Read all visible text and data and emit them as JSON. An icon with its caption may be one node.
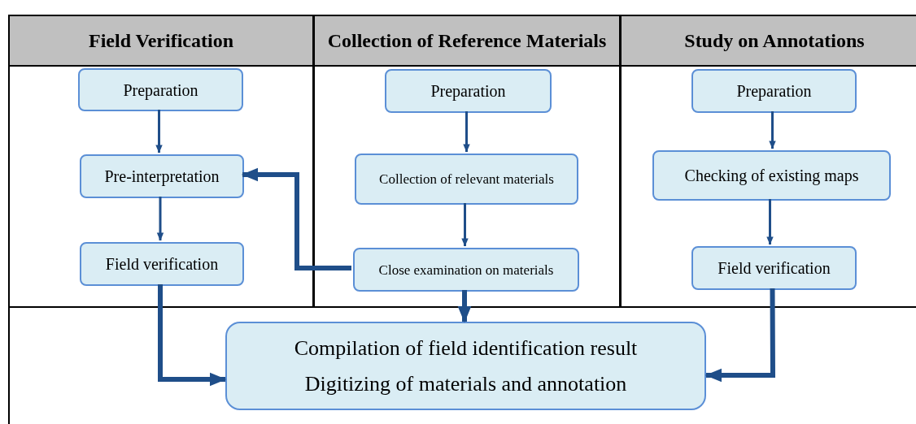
{
  "diagram": {
    "nodes": [
      {
        "text": [
          "Field Verification"
        ]
      },
      {
        "text": [
          "Preparation"
        ],
        "in": 0
      },
      {
        "text": [
          "Pre-interpretation"
        ],
        "in": 0
      },
      {
        "text": [
          "Field verification"
        ],
        "in": 0
      },
      {
        "text": [
          "Collection of Reference Materials"
        ]
      },
      {
        "text": [
          "Preparation"
        ],
        "in": 4
      },
      {
        "text": [
          "Collection of relevant materials"
        ],
        "in": 4
      },
      {
        "text": [
          "Close examination on materials"
        ],
        "in": 4
      },
      {
        "text": [
          "Study on Annotations"
        ]
      },
      {
        "text": [
          "Preparation"
        ],
        "in": 8
      },
      {
        "text": [
          "Checking of existing maps"
        ],
        "in": 8
      },
      {
        "text": [
          "Field verification"
        ],
        "in": 8
      },
      {
        "text": [
          "Compilation of field identification result",
          "Digitizing of materials and annotation"
        ]
      }
    ],
    "edges": [
      {
        "from": 1,
        "to": 2,
        "arrow": "to"
      },
      {
        "from": 2,
        "to": 3,
        "arrow": "to"
      },
      {
        "from": 5,
        "to": 6,
        "arrow": "to"
      },
      {
        "from": 6,
        "to": 7,
        "arrow": "to"
      },
      {
        "from": 9,
        "to": 10,
        "arrow": "to"
      },
      {
        "from": 10,
        "to": 11,
        "arrow": "to"
      },
      {
        "from": 7,
        "to": 2,
        "arrow": "to",
        "style": "thick"
      },
      {
        "from": 3,
        "to": 12,
        "arrow": "to",
        "style": "thick"
      },
      {
        "from": 7,
        "to": 12,
        "arrow": "to",
        "style": "thick"
      },
      {
        "from": 11,
        "to": 12,
        "arrow": "to",
        "style": "thick"
      }
    ]
  }
}
